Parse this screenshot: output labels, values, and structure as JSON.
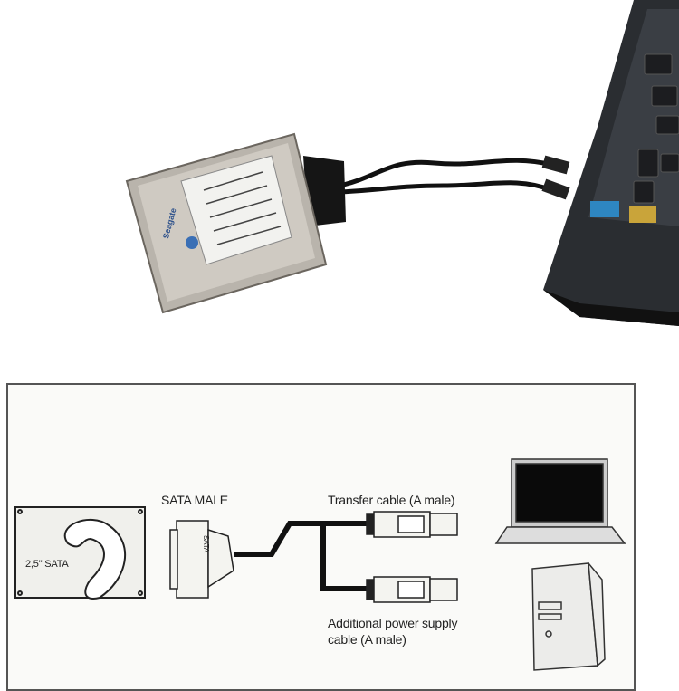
{
  "photo": {
    "drive_brand": "Seagate"
  },
  "diagram": {
    "hdd_label": "2,5\" SATA",
    "connector_title": "SATA MALE",
    "connector_text": "SATA",
    "transfer_cable_label": "Transfer cable (A male)",
    "power_cable_label_line1": "Additional power supply",
    "power_cable_label_line2": "cable (A male)"
  }
}
